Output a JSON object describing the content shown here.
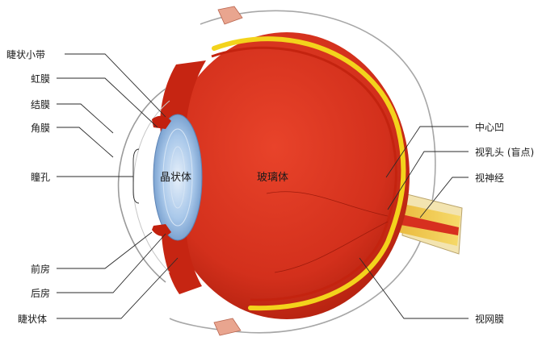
{
  "colors": {
    "eyeball": "#d7301f",
    "eyeball_dark": "#b3200f",
    "retina": "#f2d21a",
    "sclera_outline": "#9a9a9a",
    "lens": "#8fb6e0",
    "nerve": "#f2c84b"
  },
  "labels_left": {
    "zonule": "睫状小带",
    "iris": "虹膜",
    "conjunctiva": "结膜",
    "cornea": "角膜",
    "pupil": "瞳孔",
    "anterior_chamber": "前房",
    "posterior_chamber": "后房",
    "ciliary_body": "睫状体"
  },
  "labels_right": {
    "fovea": "中心凹",
    "optic_disc": "视乳头 (盲点)",
    "optic_nerve": "视神经",
    "retina": "视网膜"
  },
  "labels_inner": {
    "lens": "晶状体",
    "vitreous": "玻璃体"
  }
}
